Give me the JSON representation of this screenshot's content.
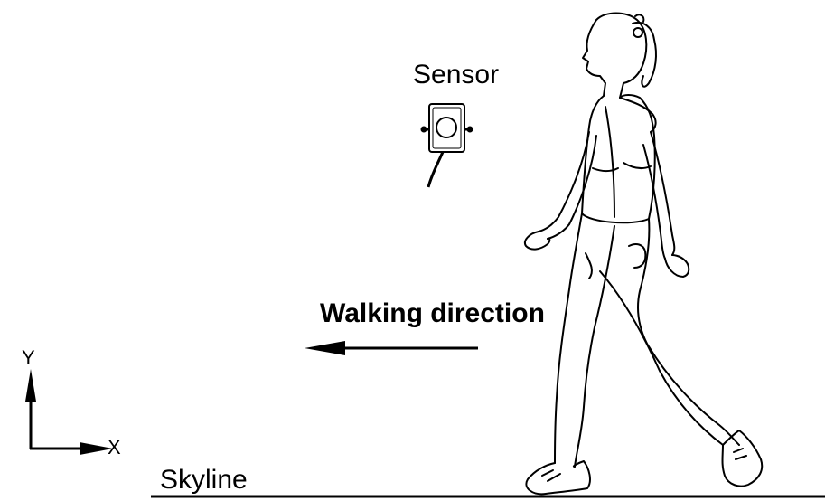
{
  "labels": {
    "sensor": "Sensor",
    "walking_direction": "Walking direction",
    "skyline": "Skyline",
    "axis_y": "Y",
    "axis_x": "X"
  },
  "colors": {
    "ink": "#000000",
    "background": "#ffffff"
  },
  "icons": [
    "sensor-icon",
    "walking-person-figure",
    "walking-direction-arrow",
    "axis-arrows"
  ]
}
